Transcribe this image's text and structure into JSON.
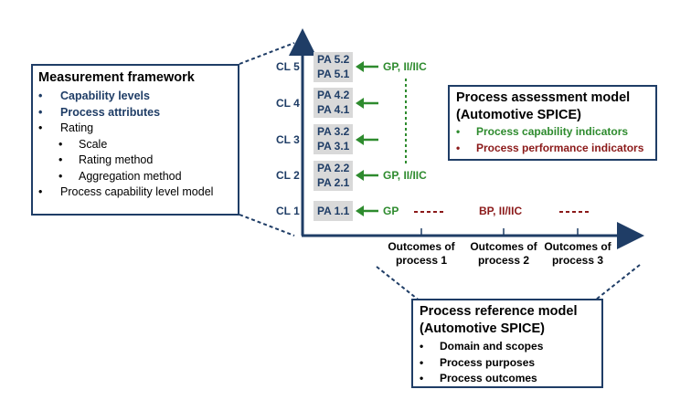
{
  "measurement_framework": {
    "title": "Measurement framework",
    "items": [
      {
        "text": "Capability levels",
        "style": "navy",
        "level": 1
      },
      {
        "text": "Process attributes",
        "style": "navy",
        "level": 1
      },
      {
        "text": "Rating",
        "style": "black",
        "level": 1
      },
      {
        "text": "Scale",
        "style": "black",
        "level": 2
      },
      {
        "text": "Rating method",
        "style": "black",
        "level": 2
      },
      {
        "text": "Aggregation method",
        "style": "black",
        "level": 2
      },
      {
        "text": "Process capability level model",
        "style": "black",
        "level": 1
      }
    ]
  },
  "capability_levels": [
    {
      "label": "CL 5",
      "attributes": [
        "PA 5.2",
        "PA 5.1"
      ]
    },
    {
      "label": "CL 4",
      "attributes": [
        "PA 4.2",
        "PA 4.1"
      ]
    },
    {
      "label": "CL 3",
      "attributes": [
        "PA 3.2",
        "PA 3.1"
      ]
    },
    {
      "label": "CL 2",
      "attributes": [
        "PA 2.2",
        "PA 2.1"
      ]
    },
    {
      "label": "CL 1",
      "attributes": [
        "PA 1.1"
      ]
    }
  ],
  "indicators": {
    "cl5": "GP, II/IIC",
    "cl2": "GP, II/IIC",
    "cl1": "GP",
    "bp": "BP, II/IIC"
  },
  "outcomes": [
    {
      "line1": "Outcomes of",
      "line2": "process 1"
    },
    {
      "line1": "Outcomes of",
      "line2": "process 2"
    },
    {
      "line1": "Outcomes of",
      "line2": "process 3"
    }
  ],
  "process_assessment_model": {
    "title_line1": "Process assessment model",
    "title_line2": "(Automotive SPICE)",
    "items": [
      {
        "text": "Process capability indicators",
        "style": "green"
      },
      {
        "text": "Process performance indicators",
        "style": "red"
      }
    ]
  },
  "process_reference_model": {
    "title_line1": "Process reference model",
    "title_line2": "(Automotive SPICE)",
    "items": [
      "Domain and scopes",
      "Process purposes",
      "Process outcomes"
    ]
  },
  "colors": {
    "navy": "#1f3d66",
    "green": "#2e8b2e",
    "dark_red": "#8b1a1a",
    "pa_fill": "#d9d9d9"
  }
}
